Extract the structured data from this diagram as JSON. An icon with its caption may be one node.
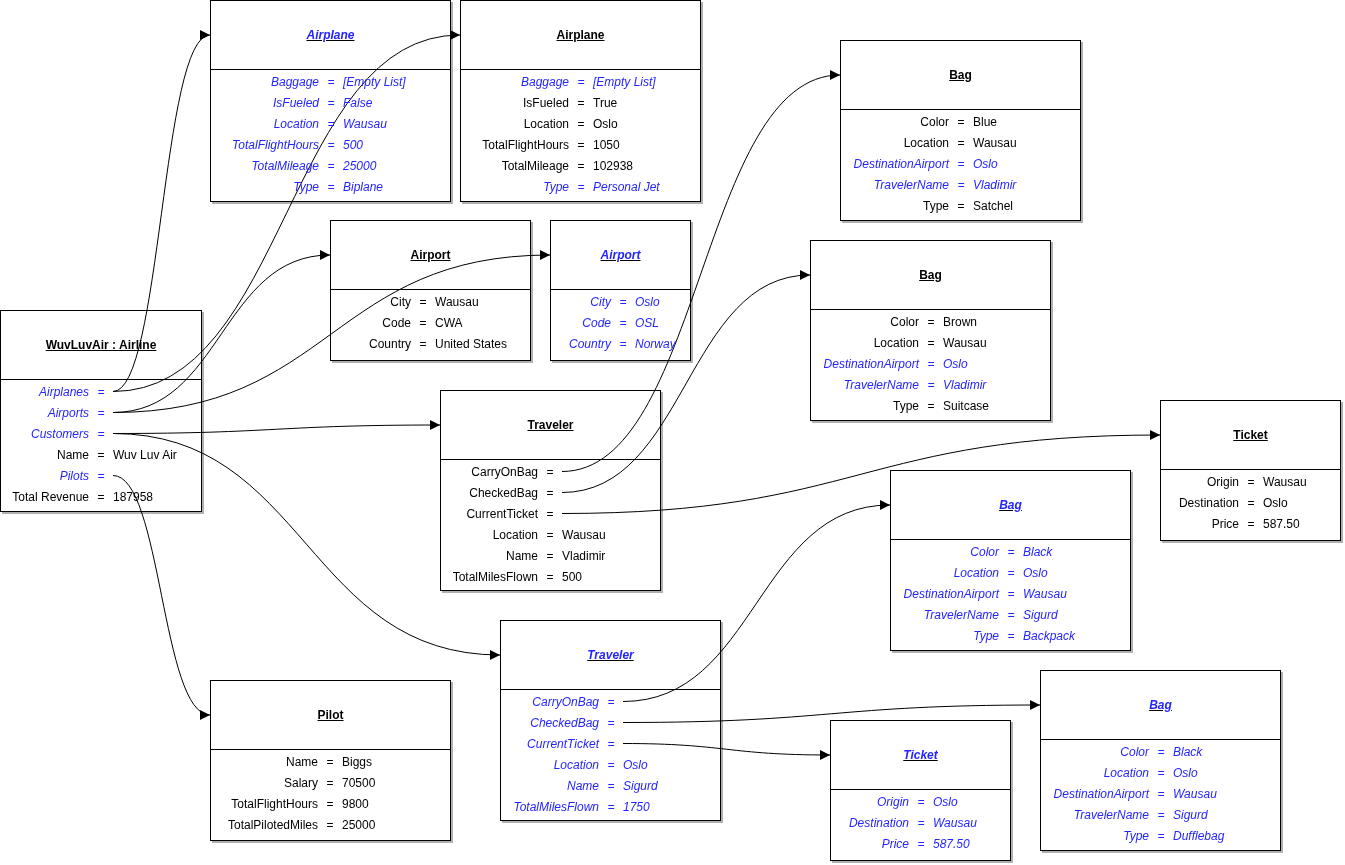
{
  "diagram": {
    "nodes": [
      {
        "text": [
          "WuvLuvAir : Airline"
        ]
      },
      {
        "text": [
          "*Airplanes*",
          "*=*"
        ],
        "in": 0
      },
      {
        "text": [
          "*Airports*",
          "*=*"
        ],
        "in": 0
      },
      {
        "text": [
          "*Customers*",
          "*=*"
        ],
        "in": 0
      },
      {
        "text": [
          "Name",
          "=",
          "Wuv Luv Air"
        ],
        "in": 0
      },
      {
        "text": [
          "*Pilots*",
          "*=*"
        ],
        "in": 0
      },
      {
        "text": [
          "Total Revenue",
          "=",
          "187958"
        ],
        "in": 0
      },
      {
        "text": [
          "*Airplane*"
        ]
      },
      {
        "text": [
          "*Baggage*",
          "*=*",
          "*[Empty List]*"
        ],
        "in": 7
      },
      {
        "text": [
          "*IsFueled*",
          "*=*",
          "*False*"
        ],
        "in": 7
      },
      {
        "text": [
          "*Location*",
          "*=*",
          "*Wausau*"
        ],
        "in": 7
      },
      {
        "text": [
          "*TotalFlightHours*",
          "*=*",
          "*500*"
        ],
        "in": 7
      },
      {
        "text": [
          "*TotalMileage*",
          "*=*",
          "*25000*"
        ],
        "in": 7
      },
      {
        "text": [
          "*Type*",
          "*=*",
          "*Biplane*"
        ],
        "in": 7
      },
      {
        "text": [
          "Airplane"
        ]
      },
      {
        "text": [
          "*Baggage*",
          "*=*",
          "*[Empty List]*"
        ],
        "in": 14
      },
      {
        "text": [
          "IsFueled",
          "=",
          "True"
        ],
        "in": 14
      },
      {
        "text": [
          "Location",
          "=",
          "Oslo"
        ],
        "in": 14
      },
      {
        "text": [
          "TotalFlightHours",
          "=",
          "1050"
        ],
        "in": 14
      },
      {
        "text": [
          "TotalMileage",
          "=",
          "102938"
        ],
        "in": 14
      },
      {
        "text": [
          "*Type*",
          "*=*",
          "*Personal Jet*"
        ],
        "in": 14
      },
      {
        "text": [
          "Airport"
        ]
      },
      {
        "text": [
          "City",
          "=",
          "Wausau"
        ],
        "in": 21
      },
      {
        "text": [
          "Code",
          "=",
          "CWA"
        ],
        "in": 21
      },
      {
        "text": [
          "Country",
          "=",
          "United States"
        ],
        "in": 21
      },
      {
        "text": [
          "*Airport*"
        ]
      },
      {
        "text": [
          "*City*",
          "*=*",
          "*Oslo*"
        ],
        "in": 25
      },
      {
        "text": [
          "*Code*",
          "*=*",
          "*OSL*"
        ],
        "in": 25
      },
      {
        "text": [
          "*Country*",
          "*=*",
          "*Norway*"
        ],
        "in": 25
      },
      {
        "text": [
          "Traveler"
        ]
      },
      {
        "text": [
          "CarryOnBag",
          "="
        ],
        "in": 29
      },
      {
        "text": [
          "CheckedBag",
          "="
        ],
        "in": 29
      },
      {
        "text": [
          "CurrentTicket",
          "="
        ],
        "in": 29
      },
      {
        "text": [
          "Location",
          "=",
          "Wausau"
        ],
        "in": 29
      },
      {
        "text": [
          "Name",
          "=",
          "Vladimir"
        ],
        "in": 29
      },
      {
        "text": [
          "TotalMilesFlown",
          "=",
          "500"
        ],
        "in": 29
      },
      {
        "text": [
          "*Traveler*"
        ]
      },
      {
        "text": [
          "*CarryOnBag*",
          "*=*"
        ],
        "in": 36
      },
      {
        "text": [
          "*CheckedBag*",
          "*=*"
        ],
        "in": 36
      },
      {
        "text": [
          "*CurrentTicket*",
          "*=*"
        ],
        "in": 36
      },
      {
        "text": [
          "*Location*",
          "*=*",
          "*Oslo*"
        ],
        "in": 36
      },
      {
        "text": [
          "*Name*",
          "*=*",
          "*Sigurd*"
        ],
        "in": 36
      },
      {
        "text": [
          "*TotalMilesFlown*",
          "*=*",
          "*1750*"
        ],
        "in": 36
      },
      {
        "text": [
          "Pilot"
        ]
      },
      {
        "text": [
          "Name",
          "=",
          "Biggs"
        ],
        "in": 43
      },
      {
        "text": [
          "Salary",
          "=",
          "70500"
        ],
        "in": 43
      },
      {
        "text": [
          "TotalFlightHours",
          "=",
          "9800"
        ],
        "in": 43
      },
      {
        "text": [
          "TotalPilotedMiles",
          "=",
          "25000"
        ],
        "in": 43
      },
      {
        "text": [
          "Bag"
        ]
      },
      {
        "text": [
          "Color",
          "=",
          "Blue"
        ],
        "in": 48
      },
      {
        "text": [
          "Location",
          "=",
          "Wausau"
        ],
        "in": 48
      },
      {
        "text": [
          "*DestinationAirport*",
          "*=*",
          "*Oslo*"
        ],
        "in": 48
      },
      {
        "text": [
          "*TravelerName*",
          "*=*",
          "*Vladimir*"
        ],
        "in": 48
      },
      {
        "text": [
          "Type",
          "=",
          "Satchel"
        ],
        "in": 48
      },
      {
        "text": [
          "Bag"
        ]
      },
      {
        "text": [
          "Color",
          "=",
          "Brown"
        ],
        "in": 54
      },
      {
        "text": [
          "Location",
          "=",
          "Wausau"
        ],
        "in": 54
      },
      {
        "text": [
          "*DestinationAirport*",
          "*=*",
          "*Oslo*"
        ],
        "in": 54
      },
      {
        "text": [
          "*TravelerName*",
          "*=*",
          "*Vladimir*"
        ],
        "in": 54
      },
      {
        "text": [
          "Type",
          "=",
          "Suitcase"
        ],
        "in": 54
      },
      {
        "text": [
          "Ticket"
        ]
      },
      {
        "text": [
          "Origin",
          "=",
          "Wausau"
        ],
        "in": 60
      },
      {
        "text": [
          "Destination",
          "=",
          "Oslo"
        ],
        "in": 60
      },
      {
        "text": [
          "Price",
          "=",
          "587.50"
        ],
        "in": 60
      },
      {
        "text": [
          "*Bag*"
        ]
      },
      {
        "text": [
          "*Color*",
          "*=*",
          "*Black*"
        ],
        "in": 64
      },
      {
        "text": [
          "*Location*",
          "*=*",
          "*Oslo*"
        ],
        "in": 64
      },
      {
        "text": [
          "*DestinationAirport*",
          "*=*",
          "*Wausau*"
        ],
        "in": 64
      },
      {
        "text": [
          "*TravelerName*",
          "*=*",
          "*Sigurd*"
        ],
        "in": 64
      },
      {
        "text": [
          "*Type*",
          "*=*",
          "*Backpack*"
        ],
        "in": 64
      },
      {
        "text": [
          "*Bag*"
        ]
      },
      {
        "text": [
          "*Color*",
          "*=*",
          "*Black*"
        ],
        "in": 70
      },
      {
        "text": [
          "*Location*",
          "*=*",
          "*Oslo*"
        ],
        "in": 70
      },
      {
        "text": [
          "*DestinationAirport*",
          "*=*",
          "*Wausau*"
        ],
        "in": 70
      },
      {
        "text": [
          "*TravelerName*",
          "*=*",
          "*Sigurd*"
        ],
        "in": 70
      },
      {
        "text": [
          "*Type*",
          "*=*",
          "*Dufflebag*"
        ],
        "in": 70
      },
      {
        "text": [
          "*Ticket*"
        ]
      },
      {
        "text": [
          "*Origin*",
          "*=*",
          "*Oslo*"
        ],
        "in": 76
      },
      {
        "text": [
          "*Destination*",
          "*=*",
          "*Wausau*"
        ],
        "in": 76
      },
      {
        "text": [
          "*Price*",
          "*=*",
          "*587.50*"
        ],
        "in": 76
      }
    ],
    "edges": [
      {
        "from": 1,
        "to": 7,
        "arrow": "to"
      },
      {
        "from": 1,
        "to": 14,
        "arrow": "to"
      },
      {
        "from": 2,
        "to": 21,
        "arrow": "to"
      },
      {
        "from": 2,
        "to": 25,
        "arrow": "to"
      },
      {
        "from": 3,
        "to": 29,
        "arrow": "to"
      },
      {
        "from": 3,
        "to": 36,
        "arrow": "to"
      },
      {
        "from": 5,
        "to": 43,
        "arrow": "to"
      },
      {
        "from": 30,
        "to": 48,
        "arrow": "to"
      },
      {
        "from": 31,
        "to": 54,
        "arrow": "to"
      },
      {
        "from": 32,
        "to": 60,
        "arrow": "to"
      },
      {
        "from": 37,
        "to": 64,
        "arrow": "to"
      },
      {
        "from": 38,
        "to": 70,
        "arrow": "to"
      },
      {
        "from": 39,
        "to": 76,
        "arrow": "to"
      }
    ]
  }
}
